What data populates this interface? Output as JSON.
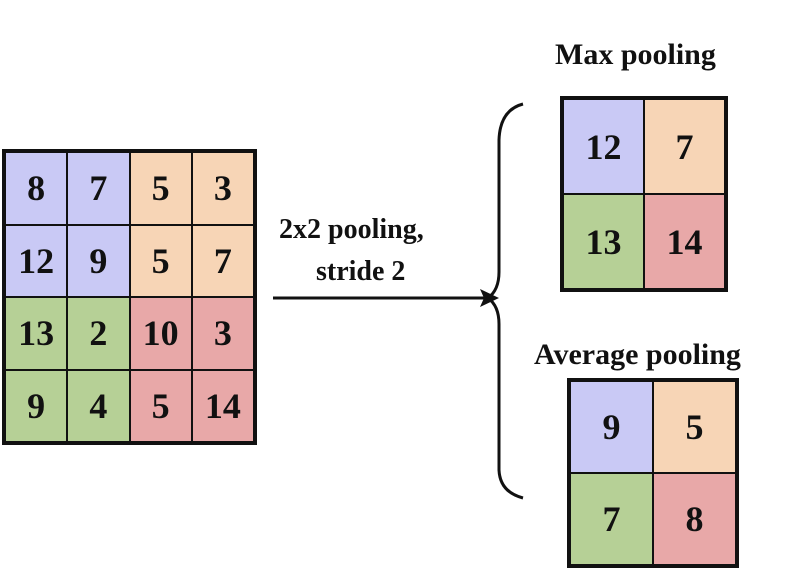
{
  "colors": {
    "blue": "#c9c9f5",
    "orange": "#f7d5b6",
    "green": "#b6d096",
    "red": "#e8a8a8",
    "border": "#111111"
  },
  "input_matrix": [
    [
      "8",
      "7",
      "5",
      "3"
    ],
    [
      "12",
      "9",
      "5",
      "7"
    ],
    [
      "13",
      "2",
      "10",
      "3"
    ],
    [
      "9",
      "4",
      "5",
      "14"
    ]
  ],
  "operation": {
    "line1": "2x2 pooling,",
    "line2": "stride 2"
  },
  "max_pooling": {
    "title": "Max pooling",
    "matrix": [
      [
        "12",
        "7"
      ],
      [
        "13",
        "14"
      ]
    ]
  },
  "average_pooling": {
    "title": "Average pooling",
    "matrix": [
      [
        "9",
        "5"
      ],
      [
        "7",
        "8"
      ]
    ]
  },
  "icons": [
    "arrow-right-icon",
    "left-brace-icon"
  ]
}
